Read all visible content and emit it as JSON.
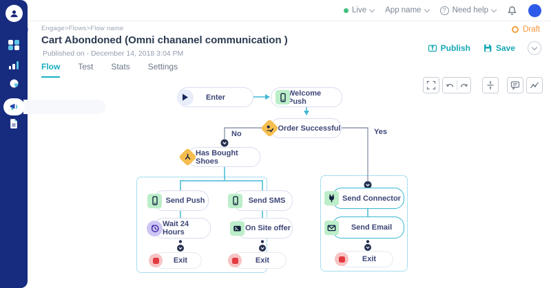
{
  "sidebar": {
    "logo_icon": "person-logo",
    "collapse_icon": "chevron-right",
    "nav_icons": [
      "grid",
      "bar-chart",
      "pie-chart",
      "megaphone",
      "document"
    ],
    "active_icon": "megaphone"
  },
  "topbar": {
    "live": {
      "label": "Live",
      "dot_color": "#3FBF7F"
    },
    "app_name": {
      "label": "App name"
    },
    "need_help": {
      "label": "Need help",
      "icon_glyph": "?"
    },
    "bell_icon": "bell",
    "avatar_color": "#2E5BE8"
  },
  "header": {
    "breadcrumb": "Engage>Flows>Flow name",
    "title": "Cart Abondoned (Omni chananel communication )",
    "published": "Published on - December 14, 2018 3:04 PM",
    "status": {
      "label": "Draft",
      "color": "#F5953B"
    },
    "publish_label": "Publish",
    "save_label": "Save"
  },
  "tabs": [
    {
      "label": "Flow",
      "active": true
    },
    {
      "label": "Test",
      "active": false
    },
    {
      "label": "Stats",
      "active": false
    },
    {
      "label": "Settings",
      "active": false
    }
  ],
  "canvas_toolbar": {
    "icons": [
      "fit-screen",
      "undo",
      "redo",
      "vertical-compress",
      "comments",
      "analytics"
    ]
  },
  "flow": {
    "nodes": {
      "enter": {
        "label": "Enter",
        "icon": "play"
      },
      "welcome_push": {
        "label": "Welcome Push",
        "icon": "mobile-push"
      },
      "order_successful": {
        "label": "Order Successful",
        "icon": "user-check"
      },
      "has_bought_shoes": {
        "label": "Has Bought Shoes",
        "icon": "branch-split"
      },
      "send_push": {
        "label": "Send Push",
        "icon": "mobile-push"
      },
      "send_sms": {
        "label": "Send SMS",
        "icon": "mobile-sms"
      },
      "wait_24": {
        "label": "Wait 24 Hours",
        "icon": "clock-history"
      },
      "onsite_offer": {
        "label": "On Site offer",
        "icon": "onsite-card"
      },
      "exit_push": {
        "label": "Exit",
        "icon": "stop-square"
      },
      "exit_sms": {
        "label": "Exit",
        "icon": "stop-square"
      },
      "send_connector": {
        "label": "Send Connector",
        "icon": "plug"
      },
      "send_email": {
        "label": "Send Email",
        "icon": "envelope"
      },
      "exit_email": {
        "label": "Exit",
        "icon": "stop-square"
      }
    },
    "branch_labels": {
      "no": "No",
      "yes": "Yes"
    }
  },
  "colors": {
    "accent_teal": "#18AFC0",
    "sidebar_navy": "#172B7F",
    "line_teal": "#41B8D5",
    "line_gray": "#8F97AD",
    "diamond_orange": "#F6BE4F",
    "icon_green_bg": "#BCEEC9",
    "draft_orange": "#F5953B"
  }
}
